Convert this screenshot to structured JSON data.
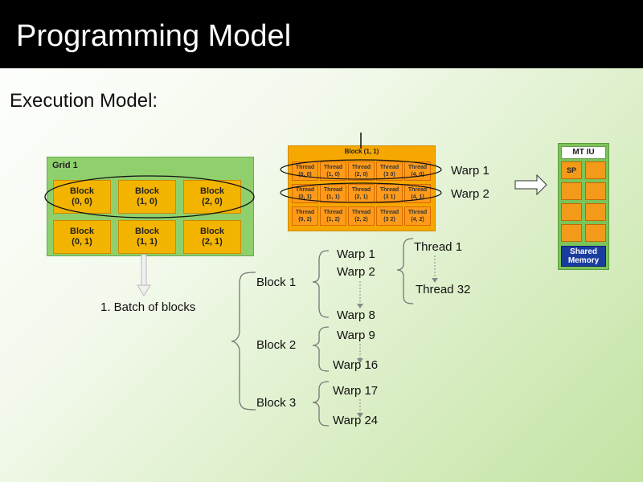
{
  "slide": {
    "title": "Programming Model",
    "subtitle": "Execution Model:"
  },
  "grid": {
    "label": "Grid 1",
    "blocks": [
      {
        "l1": "Block",
        "l2": "(0, 0)"
      },
      {
        "l1": "Block",
        "l2": "(1, 0)"
      },
      {
        "l1": "Block",
        "l2": "(2, 0)"
      },
      {
        "l1": "Block",
        "l2": "(0, 1)"
      },
      {
        "l1": "Block",
        "l2": "(1, 1)"
      },
      {
        "l1": "Block",
        "l2": "(2, 1)"
      }
    ]
  },
  "block_detail": {
    "label": "Block (1, 1)",
    "threads": [
      [
        "(0, 0)",
        "(1, 0)",
        "(2, 0)",
        "(3 0)",
        "(4, 0)"
      ],
      [
        "(0, 1)",
        "(1, 1)",
        "(2, 1)",
        "(3 1)",
        "(4, 1)"
      ],
      [
        "(0, 2)",
        "(1, 2)",
        "(2, 2)",
        "(3 2)",
        "(4, 2)"
      ]
    ],
    "thread_word": "Thread"
  },
  "warps_right": [
    "Warp 1",
    "Warp 2"
  ],
  "sm": {
    "header": "MT IU",
    "sp": "SP",
    "shared_line1": "Shared",
    "shared_line2": "Memory"
  },
  "batch_label": "1. Batch of blocks",
  "hierarchy": {
    "blocks": [
      "Block 1",
      "Block 2",
      "Block 3"
    ],
    "warps": [
      "Warp 1",
      "Warp 2",
      "Warp 8",
      "Warp 9",
      "Warp 16",
      "Warp 17",
      "Warp 24"
    ],
    "threads": [
      "Thread 1",
      "Thread 32"
    ]
  }
}
